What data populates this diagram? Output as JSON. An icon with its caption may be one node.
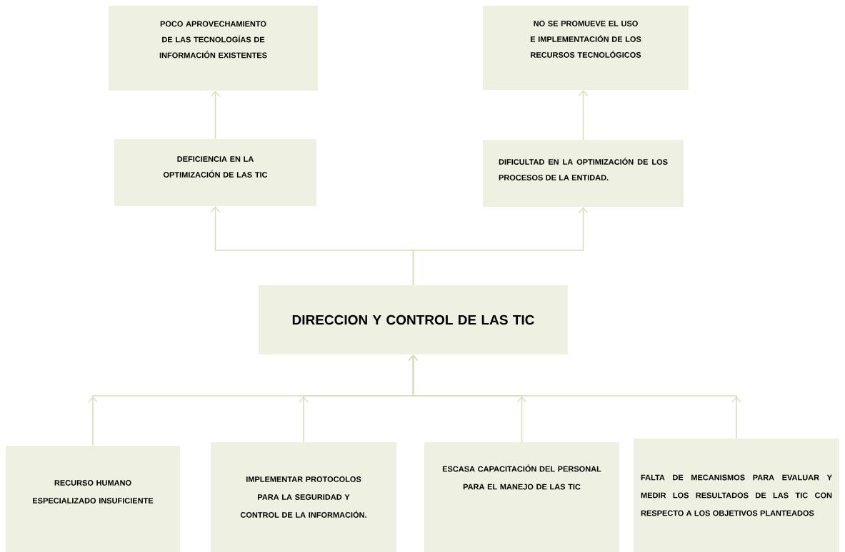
{
  "diagram": {
    "nodes": [
      {
        "text": [
          "POCO APROVECHAMIENTO DE LAS TECNOLOGÍAS DE INFORMACIÓN EXISTENTES"
        ]
      },
      {
        "text": [
          "NO SE PROMUEVE EL USO E IMPLEMENTACIÓN DE LOS RECURSOS TECNOLÓGICOS"
        ]
      },
      {
        "text": [
          "DEFICIENCIA EN LA OPTIMIZACIÓN DE LAS TIC"
        ]
      },
      {
        "text": [
          "DIFICULTAD EN LA OPTIMIZACIÓN DE LOS PROCESOS DE LA ENTIDAD."
        ]
      },
      {
        "text": [
          "DIRECCION Y CONTROL DE LAS TIC"
        ]
      },
      {
        "text": [
          "RECURSO HUMANO ESPECIALIZADO INSUFICIENTE"
        ]
      },
      {
        "text": [
          "IMPLEMENTAR PROTOCOLOS PARA LA SEGURIDAD Y CONTROL DE LA INFORMACIÓN."
        ]
      },
      {
        "text": [
          "ESCASA CAPACITACIÓN DEL PERSONAL PARA EL MANEJO DE LAS TIC"
        ]
      },
      {
        "text": [
          "FALTA DE MECANISMOS PARA EVALUAR Y MEDIR LOS RESULTADOS DE LAS TIC CON RESPECTO A LOS OBJETIVOS PLANTEADOS"
        ]
      }
    ],
    "edges": [
      {
        "from": 2,
        "to": 0,
        "arrow": "to"
      },
      {
        "from": 3,
        "to": 1,
        "arrow": "to"
      },
      {
        "from": 4,
        "to": 2,
        "arrow": "to"
      },
      {
        "from": 4,
        "to": 3,
        "arrow": "to"
      },
      {
        "from": 5,
        "to": 4,
        "arrow": "to"
      },
      {
        "from": 6,
        "to": 4,
        "arrow": "to"
      },
      {
        "from": 7,
        "to": 4,
        "arrow": "to"
      },
      {
        "from": 8,
        "to": 4,
        "arrow": "to"
      }
    ]
  }
}
